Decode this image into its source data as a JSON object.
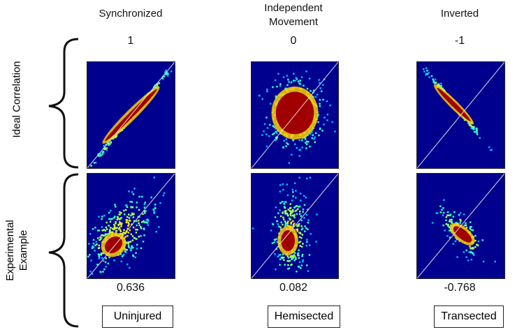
{
  "columns": [
    {
      "title": "Synchronized",
      "ideal_value": "1",
      "experimental_value": "0.636",
      "condition": "Uninjured"
    },
    {
      "title": "Independent Movement",
      "ideal_value": "0",
      "experimental_value": "0.082",
      "condition": "Hemisected"
    },
    {
      "title": "Inverted",
      "ideal_value": "-1",
      "experimental_value": "-0.768",
      "condition": "Transected"
    }
  ],
  "rows": [
    {
      "label": "Ideal Correlation"
    },
    {
      "label": "Experimental Example"
    }
  ],
  "chart_data": {
    "type": "heatmap",
    "title": "",
    "colormap": "jet",
    "background_color": "#00008f",
    "panels": [
      {
        "row": "Ideal Correlation",
        "column": "Synchronized",
        "correlation": 1
      },
      {
        "row": "Ideal Correlation",
        "column": "Independent Movement",
        "correlation": 0
      },
      {
        "row": "Ideal Correlation",
        "column": "Inverted",
        "correlation": -1
      },
      {
        "row": "Experimental Example",
        "column": "Synchronized",
        "condition": "Uninjured",
        "correlation": 0.636
      },
      {
        "row": "Experimental Example",
        "column": "Independent Movement",
        "condition": "Hemisected",
        "correlation": 0.082
      },
      {
        "row": "Experimental Example",
        "column": "Inverted",
        "condition": "Transected",
        "correlation": -0.768
      }
    ]
  }
}
